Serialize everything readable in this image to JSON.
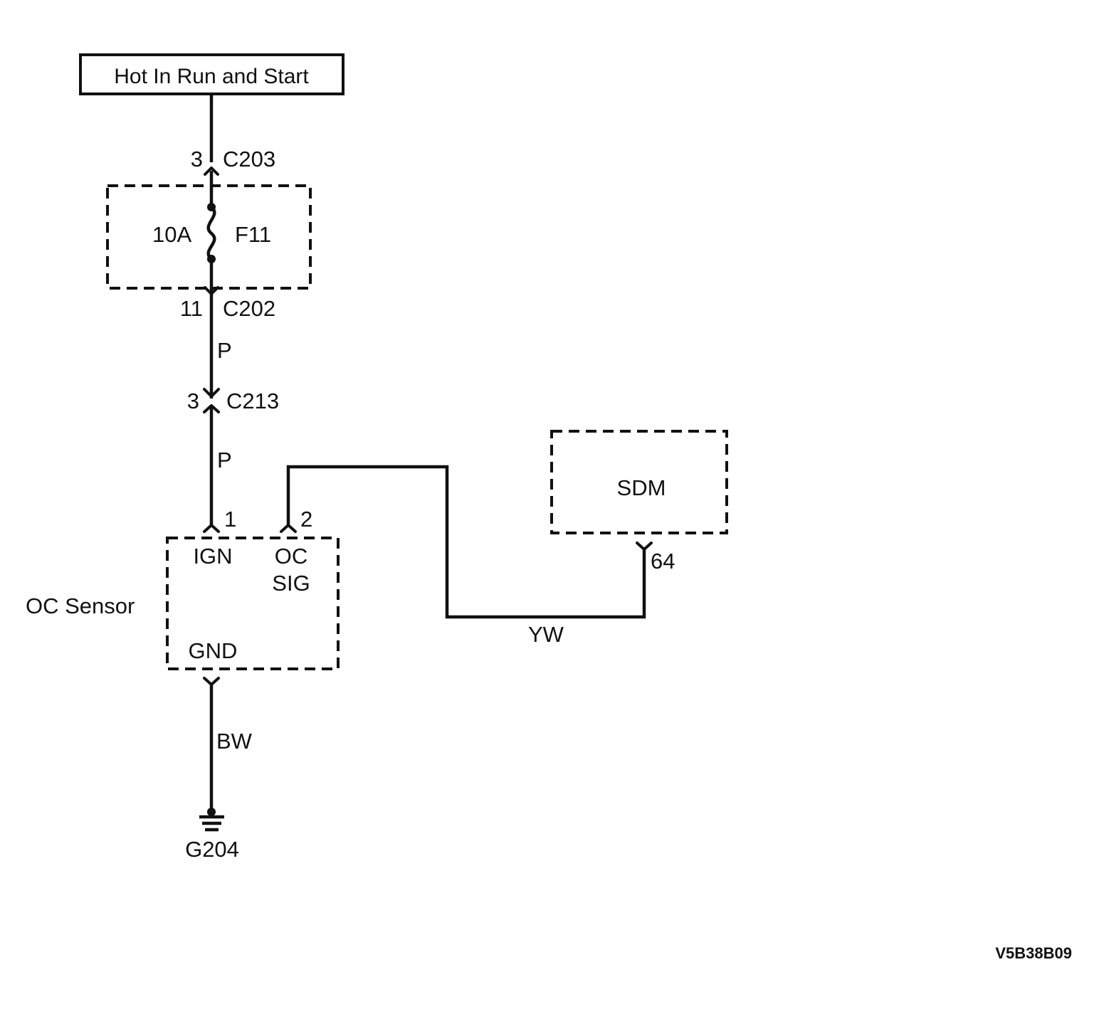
{
  "power_source": {
    "label": "Hot In Run and Start"
  },
  "connectors": {
    "c203": {
      "pin": "3",
      "name": "C203"
    },
    "c202": {
      "pin": "11",
      "name": "C202"
    },
    "c213": {
      "pin": "3",
      "name": "C213"
    }
  },
  "fuse": {
    "rating": "10A",
    "name": "F11"
  },
  "wires": {
    "upper_pink": "P",
    "lower_pink": "P",
    "signal": "YW",
    "ground": "BW"
  },
  "oc_sensor": {
    "name": "OC Sensor",
    "pin_ign": "1",
    "pin_sig": "2",
    "ign_label": "IGN",
    "sig_label_line1": "OC",
    "sig_label_line2": "SIG",
    "gnd_label": "GND"
  },
  "sdm": {
    "name": "SDM",
    "pin": "64"
  },
  "ground": {
    "name": "G204"
  },
  "figure_id": "V5B38B09"
}
